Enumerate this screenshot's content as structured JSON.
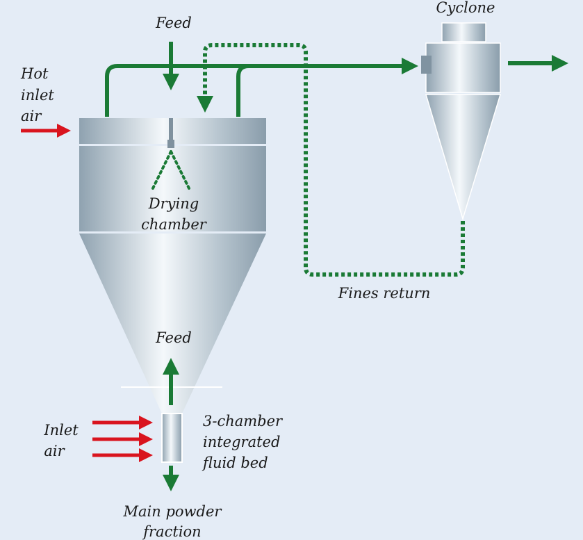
{
  "labels": {
    "feed_top": "Feed",
    "hot_inlet_air": [
      "Hot",
      "inlet",
      "air"
    ],
    "drying_chamber": [
      "Drying",
      "chamber"
    ],
    "cyclone": "Cyclone",
    "fines_return": "Fines return",
    "feed_bottom": "Feed",
    "inlet_air": [
      "Inlet",
      "air"
    ],
    "fluid_bed": [
      "3-chamber",
      "integrated",
      "fluid bed"
    ],
    "main_powder": [
      "Main powder",
      "fraction"
    ]
  },
  "colors": {
    "background": "#e4ecf6",
    "flow_green": "#1a7a35",
    "air_red": "#d9141e",
    "vessel_steel": "#a9b8c4"
  }
}
